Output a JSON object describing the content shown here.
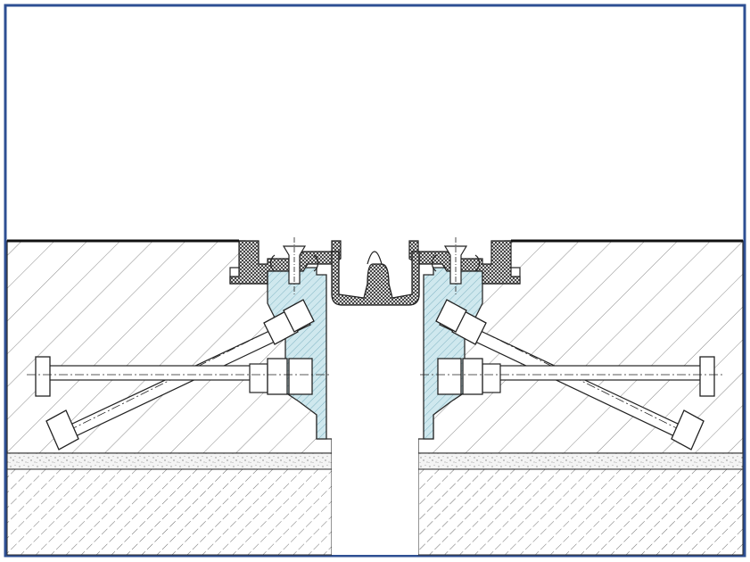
{
  "colors": {
    "frame": "#2e4f93",
    "line": "#2a2a2a",
    "hatch": "#7a7a7a",
    "profile_fill": "#cfe8ee",
    "profile_hatch": "#7fb3c2",
    "seal_fill": "#f2f2f2",
    "bedding_fill": "#ececec",
    "background": "#ffffff"
  },
  "parts": {
    "left_side": {
      "components": [
        "concrete-slab",
        "bedding-layer",
        "base-block",
        "cast-profile",
        "rubber-seal-flange",
        "angled-anchor-bolt",
        "horizontal-anchor-bolt",
        "counter-sunk-screw"
      ]
    },
    "right_side": {
      "components": [
        "concrete-slab",
        "bedding-layer",
        "base-block",
        "cast-profile",
        "rubber-seal-flange",
        "angled-anchor-bolt",
        "horizontal-anchor-bolt",
        "counter-sunk-screw"
      ]
    },
    "joint": {
      "components": [
        "expansion-gap",
        "u-shaped-seal"
      ]
    }
  }
}
